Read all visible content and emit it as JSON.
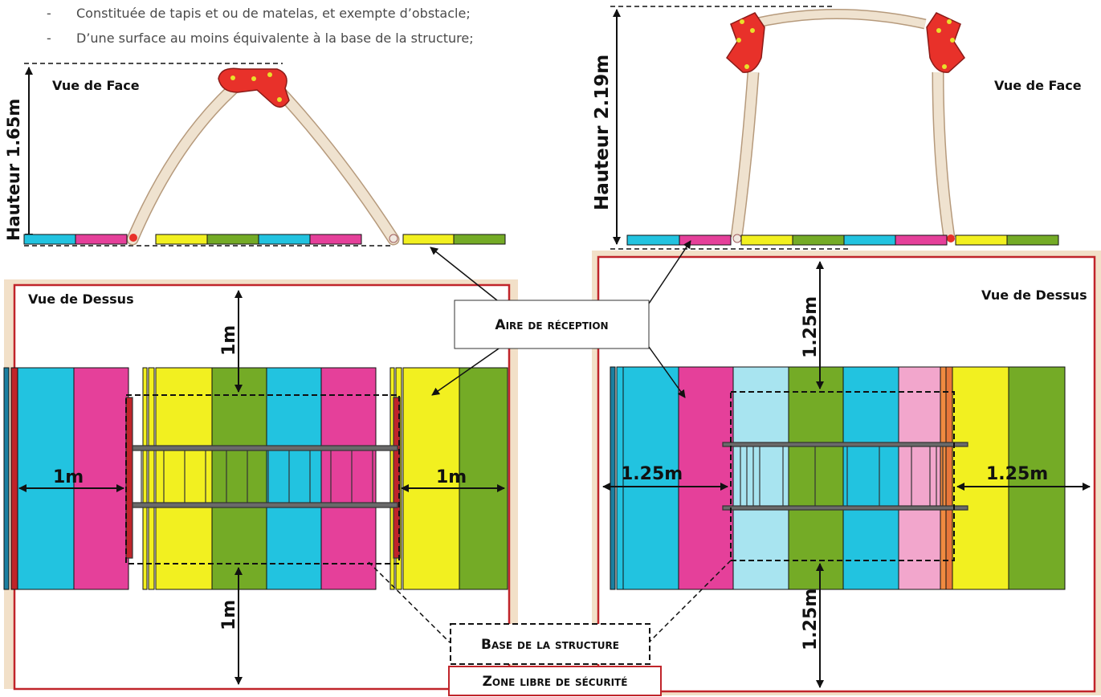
{
  "intro_lines": [
    "Constituée de tapis et ou de matelas, et exempte d’obstacle;",
    "D’une surface au moins équivalente à la base de la structure;"
  ],
  "bullet": "-",
  "left": {
    "height_label": "Hauteur 1.65m",
    "front_label": "Vue de Face",
    "top_label": "Vue de Dessus",
    "clearance_top": "1m",
    "clearance_bottom": "1m",
    "clearance_left": "1m",
    "clearance_right": "1m"
  },
  "right": {
    "height_label": "Hauteur 2.19m",
    "front_label": "Vue de Face",
    "top_label": "Vue de Dessus",
    "clearance_top": "1.25m",
    "clearance_bottom": "1.25m",
    "clearance_left": "1.25m",
    "clearance_right": "1.25m"
  },
  "callouts": {
    "reception": "Aire de réception",
    "base": "Base de la structure",
    "safety_zone": "Zone libre de sécurité"
  },
  "colors": {
    "cyan": "#22c3e0",
    "magenta": "#e5409a",
    "yellow": "#f2f020",
    "green": "#74ab26",
    "light_cyan": "#a8e4f0",
    "pink": "#f2a6cc",
    "frame": "#c0242a",
    "wood": "#efe2cf",
    "connector": "#e8312a"
  }
}
